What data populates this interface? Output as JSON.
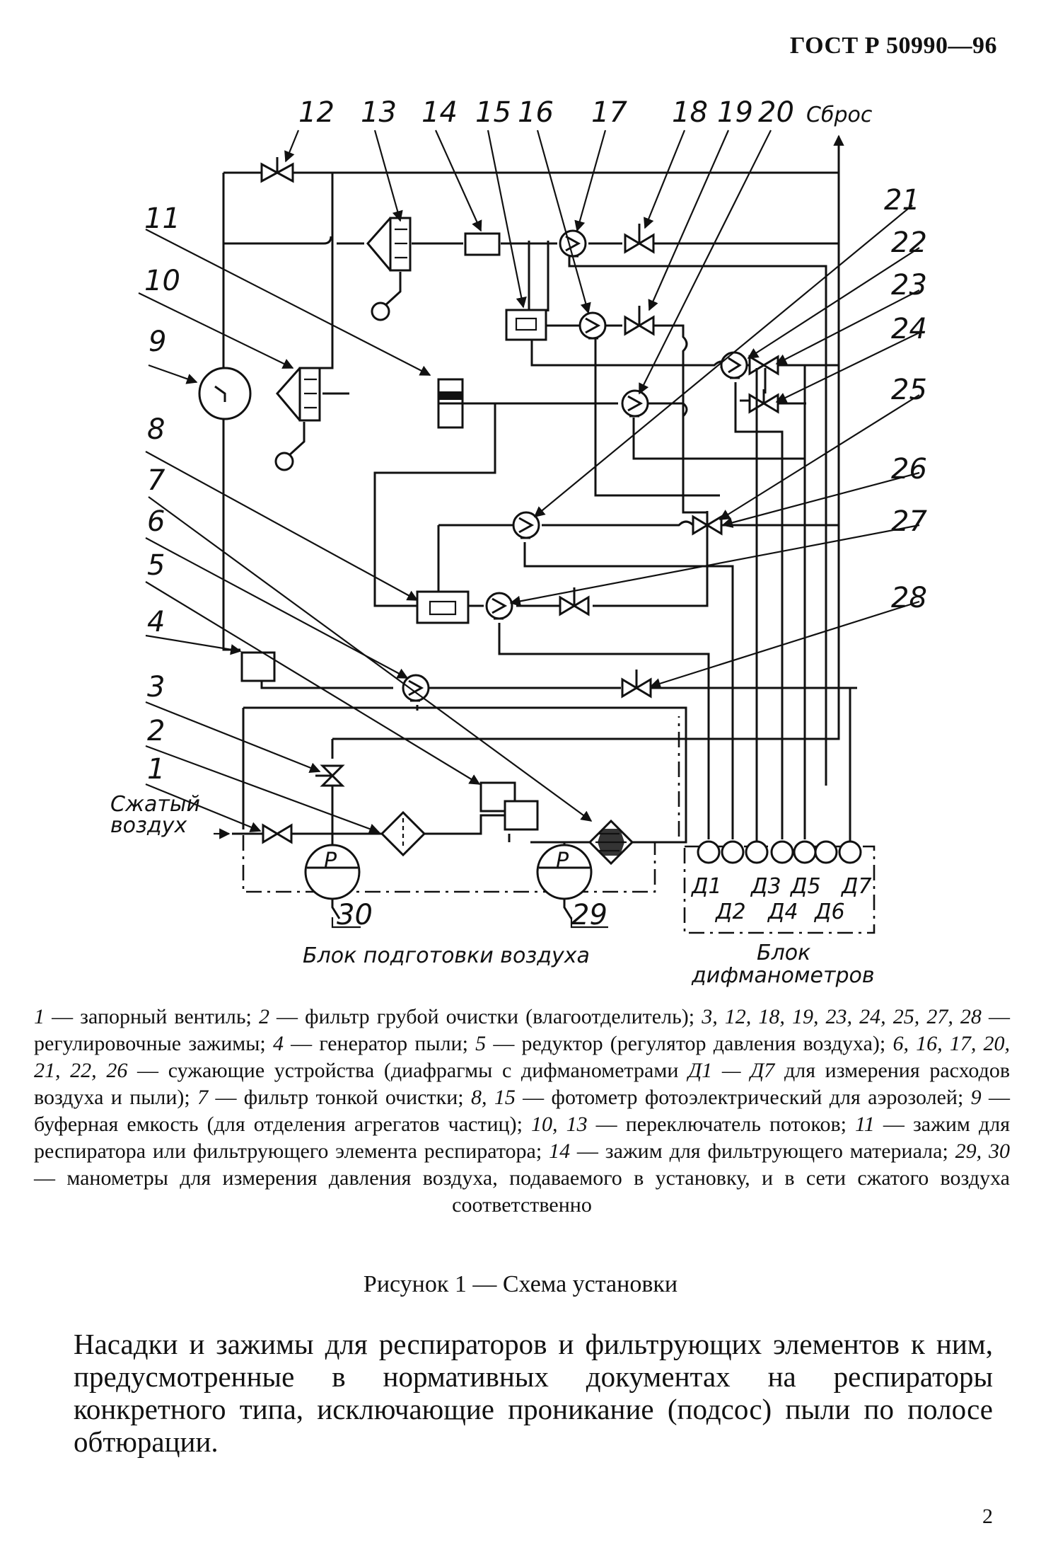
{
  "header": {
    "standard": "ГОСТ Р 50990—96"
  },
  "diagram": {
    "numbers": [
      "1",
      "2",
      "3",
      "4",
      "5",
      "6",
      "7",
      "8",
      "9",
      "10",
      "11",
      "12",
      "13",
      "14",
      "15",
      "16",
      "17",
      "18",
      "19",
      "20",
      "21",
      "22",
      "23",
      "24",
      "25",
      "26",
      "27",
      "28",
      "29",
      "30"
    ],
    "labels": {
      "exhaust": "Сброс",
      "compressed_air_line1": "Сжатый",
      "compressed_air_line2": "воздух",
      "gauge_letter": "P",
      "air_prep_block": "Блок подготовки воздуха",
      "diff_block_line1": "Блок",
      "diff_block_line2": "дифманометров",
      "d1": "Д1",
      "d2": "Д2",
      "d3": "Д3",
      "d4": "Д4",
      "d5": "Д5",
      "d6": "Д6",
      "d7": "Д7"
    }
  },
  "legend": [
    {
      "n": "1",
      "t": " — запорный вентиль; "
    },
    {
      "n": "2",
      "t": " — фильтр грубой очистки (влагоотделитель); "
    },
    {
      "n": "3, 12, 18, 19, 23, 24, 25, 27, 28",
      "t": " — регулировочные зажимы; "
    },
    {
      "n": "4",
      "t": " — генератор пыли; "
    },
    {
      "n": "5",
      "t": " — редуктор (регулятор давления воздуха); "
    },
    {
      "n": "6, 16, 17, 20, 21, 22, 26",
      "t": " — сужающие устройства (диафрагмы с дифманометрами "
    },
    {
      "n": "Д1 — Д7",
      "t": " для измерения расходов воздуха и пыли); "
    },
    {
      "n": "7",
      "t": " — фильтр тонкой очистки; "
    },
    {
      "n": "8, 15",
      "t": " — фотометр фотоэлектрический для аэрозолей; "
    },
    {
      "n": "9",
      "t": " — буферная емкость (для отделения агрегатов частиц); "
    },
    {
      "n": "10, 13",
      "t": " — переключатель потоков; "
    },
    {
      "n": "11",
      "t": " — зажим для респиратора или фильтрующего элемента респиратора; "
    },
    {
      "n": "14",
      "t": " — зажим для фильтрующего материала; "
    },
    {
      "n": "29, 30",
      "t": " — манометры для измерения давления воздуха, подаваемого в установку, и в сети сжатого воздуха соответственно"
    }
  ],
  "caption": "Рисунок 1 — Схема установки",
  "body_text": "Насадки и зажимы для респираторов и фильтрующих элементов к ним, предусмотренные в нормативных документах на респираторы конкретного типа, исключающие проникание (подсос) пыли по полосе обтюрации.",
  "page_number": "2"
}
